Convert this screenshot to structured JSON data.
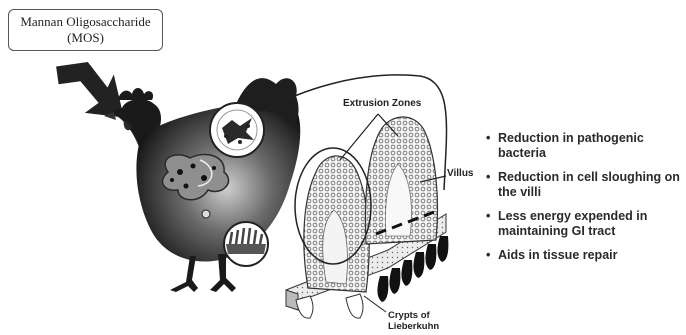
{
  "mos_box": {
    "line1": "Mannan Oligosaccharide",
    "line2": "(MOS)"
  },
  "labels": {
    "extrusion_zones": "Extrusion Zones",
    "villus": "Villus",
    "crypts_line1": "Crypts of",
    "crypts_line2": "Lieberkuhn"
  },
  "bullets": [
    {
      "dot": "•",
      "text": "Reduction in pathogenic bacteria"
    },
    {
      "dot": "•",
      "text": "Reduction in cell sloughing on the villi"
    },
    {
      "dot": "•",
      "text": "Less energy expended in maintaining GI tract"
    },
    {
      "dot": "•",
      "text": "Aids in tissue repair"
    }
  ],
  "colors": {
    "ink": "#222222",
    "chicken_dark": "#1a1a1a",
    "chicken_mid": "#6b6b6b",
    "tissue_fill": "#f2f2f2"
  }
}
